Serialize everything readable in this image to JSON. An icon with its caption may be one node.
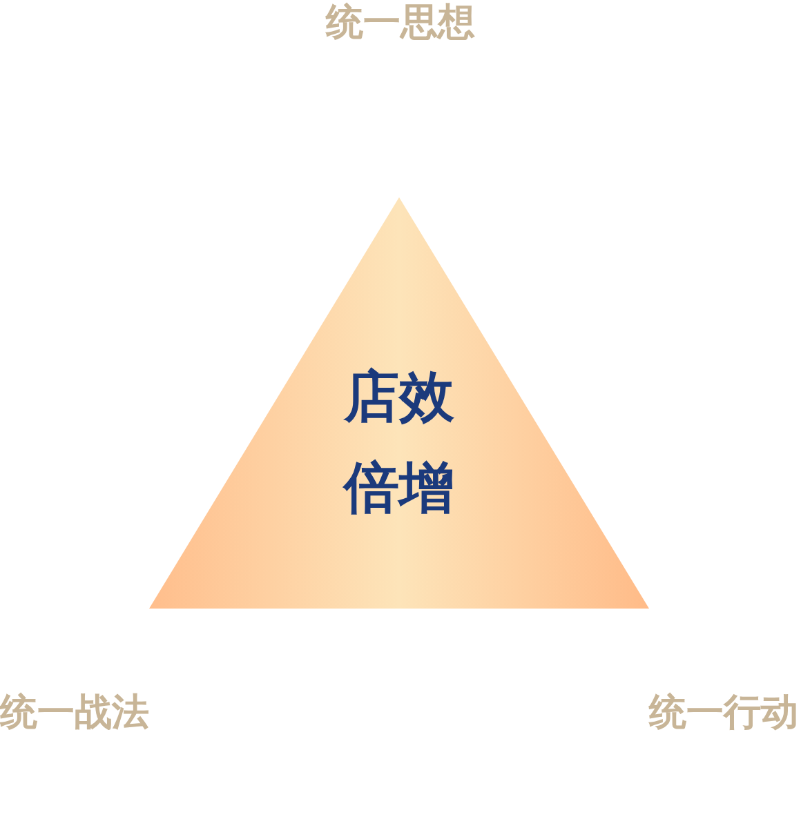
{
  "diagram": {
    "nodes": [
      {
        "text": [
          "店效倍增"
        ]
      }
    ],
    "labels": [
      "统一思想",
      "统一战法",
      "统一行动"
    ]
  }
}
